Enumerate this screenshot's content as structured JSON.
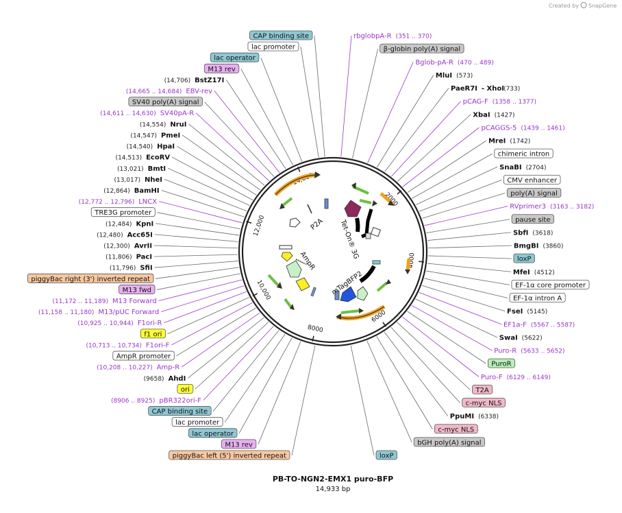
{
  "credit": {
    "text": "Created by",
    "brand": "SnapGene"
  },
  "title": "PB-TO-NGN2-EMX1 puro-BFP",
  "subtitle": "14,933 bp",
  "total_length": 14933,
  "ticks": [
    {
      "label": "2000",
      "pos": 2000
    },
    {
      "label": "4000",
      "pos": 4000
    },
    {
      "label": "6000",
      "pos": 6000
    },
    {
      "label": "8000",
      "pos": 8000
    },
    {
      "label": "10,000",
      "pos": 10000
    },
    {
      "label": "12,000",
      "pos": 12000
    },
    {
      "label": "14,000",
      "pos": 14000
    }
  ],
  "inner_labels": [
    {
      "text": "P2A",
      "pos": 13250
    },
    {
      "text": "Tet-On® 3G",
      "pos": 900
    },
    {
      "text": "AmpR",
      "pos": 11400
    },
    {
      "text": "mTagBFP2",
      "pos": 8800
    }
  ],
  "left_labels": [
    {
      "kind": "feature",
      "name": "CAP binding site",
      "color": "#8ec8d4"
    },
    {
      "kind": "feature",
      "name": "lac promoter",
      "color": "#ffffff"
    },
    {
      "kind": "feature",
      "name": "lac operator",
      "color": "#8ec8d4"
    },
    {
      "kind": "feature",
      "name": "M13 rev",
      "color": "#e8b0f0"
    },
    {
      "kind": "enzyme",
      "name": "BstZ17I",
      "pos": "(14,706)"
    },
    {
      "kind": "primer",
      "name": "EBV-rev",
      "pos": "(14,665 .. 14,684)"
    },
    {
      "kind": "feature",
      "name": "SV40 poly(A) signal",
      "color": "#c8c8c8"
    },
    {
      "kind": "primer",
      "name": "SV40pA-R",
      "pos": "(14,611 .. 14,630)"
    },
    {
      "kind": "enzyme",
      "name": "NruI",
      "pos": "(14,554)"
    },
    {
      "kind": "enzyme",
      "name": "PmeI",
      "pos": "(14,547)"
    },
    {
      "kind": "enzyme",
      "name": "HpaI",
      "pos": "(14,540)"
    },
    {
      "kind": "enzyme",
      "name": "EcoRV",
      "pos": "(14,513)"
    },
    {
      "kind": "enzyme",
      "name": "BmtI",
      "pos": "(13,021)"
    },
    {
      "kind": "enzyme",
      "name": "NheI",
      "pos": "(13,017)"
    },
    {
      "kind": "enzyme",
      "name": "BamHI",
      "pos": "(12,864)"
    },
    {
      "kind": "primer",
      "name": "LNCX",
      "pos": "(12,772 .. 12,796)"
    },
    {
      "kind": "feature",
      "name": "TRE3G promoter",
      "color": "#ffffff"
    },
    {
      "kind": "enzyme",
      "name": "KpnI",
      "pos": "(12,484)"
    },
    {
      "kind": "enzyme",
      "name": "Acc65I",
      "pos": "(12,480)"
    },
    {
      "kind": "enzyme",
      "name": "AvrII",
      "pos": "(12,300)"
    },
    {
      "kind": "enzyme",
      "name": "PacI",
      "pos": "(11,806)"
    },
    {
      "kind": "enzyme",
      "name": "SfiI",
      "pos": "(11,796)"
    },
    {
      "kind": "feature",
      "name": "piggyBac right (3') inverted repeat",
      "color": "#f8c8a0"
    },
    {
      "kind": "feature",
      "name": "M13 fwd",
      "color": "#e8b0f0"
    },
    {
      "kind": "primer",
      "name": "M13 Forward",
      "pos": "(11,172 .. 11,189)"
    },
    {
      "kind": "primer",
      "name": "M13/pUC Forward",
      "pos": "(11,158 .. 11,180)"
    },
    {
      "kind": "primer",
      "name": "F1ori-R",
      "pos": "(10,925 .. 10,944)"
    },
    {
      "kind": "feature",
      "name": "f1 ori",
      "color": "#ffff33"
    },
    {
      "kind": "primer",
      "name": "F1ori-F",
      "pos": "(10,713 .. 10,734)"
    },
    {
      "kind": "feature",
      "name": "AmpR promoter",
      "color": "#ffffff"
    },
    {
      "kind": "primer",
      "name": "Amp-R",
      "pos": "(10,208 .. 10,227)"
    },
    {
      "kind": "enzyme",
      "name": "AhdI",
      "pos": "(9658)"
    },
    {
      "kind": "feature",
      "name": "ori",
      "color": "#ffff33"
    },
    {
      "kind": "primer",
      "name": "pBR322ori-F",
      "pos": "(8906 .. 8925)"
    },
    {
      "kind": "feature",
      "name": "CAP binding site",
      "color": "#8ec8d4"
    },
    {
      "kind": "feature",
      "name": "lac promoter",
      "color": "#ffffff"
    },
    {
      "kind": "feature",
      "name": "lac operator",
      "color": "#8ec8d4"
    },
    {
      "kind": "feature",
      "name": "M13 rev",
      "color": "#e8b0f0"
    },
    {
      "kind": "feature",
      "name": "piggyBac left (5') inverted repeat",
      "color": "#f8c8a0"
    }
  ],
  "right_labels": [
    {
      "kind": "primer",
      "name": "rbglobpA-R",
      "pos": "(351 .. 370)"
    },
    {
      "kind": "feature",
      "name": "β-globin poly(A) signal",
      "color": "#c8c8c8"
    },
    {
      "kind": "primer",
      "name": "Bglob-pA-R",
      "pos": "(470 .. 489)"
    },
    {
      "kind": "enzyme",
      "name": "MluI",
      "pos": "(573)"
    },
    {
      "kind": "enzyme",
      "name": "PaeR7I",
      "pos": "- XhoI",
      "pos2": "(733)"
    },
    {
      "kind": "primer",
      "name": "pCAG-F",
      "pos": "(1358 .. 1377)"
    },
    {
      "kind": "enzyme",
      "name": "XbaI",
      "pos": "(1427)"
    },
    {
      "kind": "primer",
      "name": "pCAGGS-5",
      "pos": "(1439 .. 1461)"
    },
    {
      "kind": "enzyme",
      "name": "MreI",
      "pos": "(1742)"
    },
    {
      "kind": "feature",
      "name": "chimeric intron",
      "color": "#ffffff"
    },
    {
      "kind": "enzyme",
      "name": "SnaBI",
      "pos": "(2704)"
    },
    {
      "kind": "feature",
      "name": "CMV enhancer",
      "color": "#ffffff"
    },
    {
      "kind": "feature",
      "name": "poly(A) signal",
      "color": "#c8c8c8"
    },
    {
      "kind": "primer",
      "name": "RVprimer3",
      "pos": "(3163 .. 3182)"
    },
    {
      "kind": "feature",
      "name": "pause site",
      "color": "#c8c8c8"
    },
    {
      "kind": "enzyme",
      "name": "SbfI",
      "pos": "(3618)"
    },
    {
      "kind": "enzyme",
      "name": "BmgBI",
      "pos": "(3860)"
    },
    {
      "kind": "feature",
      "name": "loxP",
      "color": "#8ec8d4"
    },
    {
      "kind": "enzyme",
      "name": "MfeI",
      "pos": "(4512)"
    },
    {
      "kind": "feature",
      "name": "EF-1α core promoter",
      "color": "#ffffff"
    },
    {
      "kind": "feature",
      "name": "EF-1α intron A",
      "color": "#ffffff"
    },
    {
      "kind": "enzyme",
      "name": "FseI",
      "pos": "(5145)"
    },
    {
      "kind": "primer",
      "name": "EF1a-F",
      "pos": "(5567 .. 5587)"
    },
    {
      "kind": "enzyme",
      "name": "SwaI",
      "pos": "(5622)"
    },
    {
      "kind": "primer",
      "name": "Puro-R",
      "pos": "(5633 .. 5652)"
    },
    {
      "kind": "feature",
      "name": "PuroR",
      "color": "#b8f0b8"
    },
    {
      "kind": "primer",
      "name": "Puro-F",
      "pos": "(6129 .. 6149)"
    },
    {
      "kind": "feature",
      "name": "T2A",
      "color": "#f0b8c8"
    },
    {
      "kind": "feature",
      "name": "c-myc NLS",
      "color": "#f0b8c8"
    },
    {
      "kind": "enzyme",
      "name": "PpuMI",
      "pos": "(6338)"
    },
    {
      "kind": "feature",
      "name": "c-myc NLS",
      "color": "#f0b8c8"
    },
    {
      "kind": "feature",
      "name": "bGH poly(A) signal",
      "color": "#c8c8c8"
    },
    {
      "kind": "feature",
      "name": "loxP",
      "color": "#8ec8d4"
    }
  ]
}
